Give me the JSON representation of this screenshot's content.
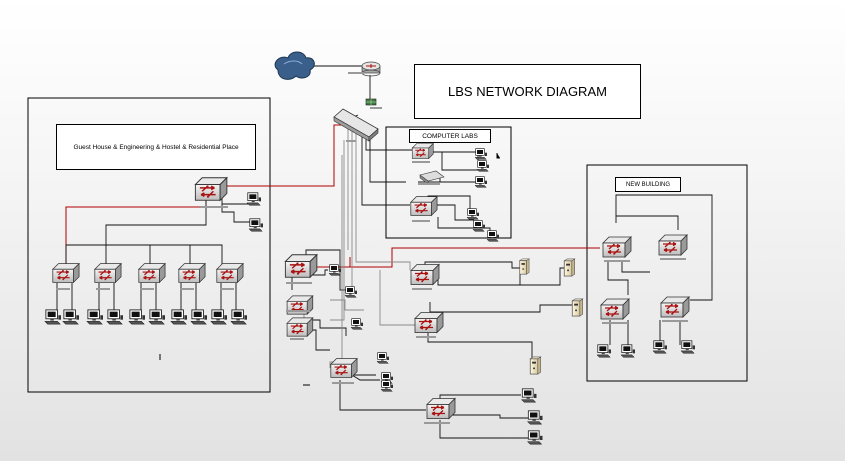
{
  "title": "LBS NETWORK DIAGRAM",
  "sections": {
    "guest": "Guest House & Engineering & Hostel & Residential Place",
    "labs": "COMPUTER LABS",
    "new_building": "NEW BUILDING"
  },
  "colors": {
    "red_link": "#b00000",
    "black_link": "#000000",
    "gray_link": "#808080",
    "cloud": "#3a5f8a"
  },
  "icons": [
    "cloud-icon",
    "router-icon",
    "firewall-icon",
    "hub-icon",
    "switch-icon",
    "pc-icon",
    "server-icon"
  ]
}
